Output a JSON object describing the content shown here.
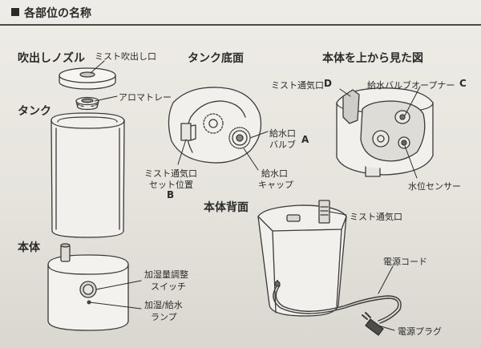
{
  "header": {
    "title": "各部位の名称"
  },
  "sections": {
    "nozzle": "吹出しノズル",
    "tank": "タンク",
    "body": "本体",
    "tank_bottom": "タンク底面",
    "body_top": "本体を上から見た図",
    "body_back": "本体背面"
  },
  "labels": {
    "mist_outlet": "ミスト吹出し口",
    "aroma_tray": "アロマトレー",
    "humidity_switch_1": "加湿量調整",
    "humidity_switch_2": "スイッチ",
    "lamp_1": "加湿/給水",
    "lamp_2": "ランプ",
    "mist_vent_set_1": "ミスト通気口",
    "mist_vent_set_2": "セット位置",
    "letter_b": "B",
    "water_valve_1": "給水口",
    "water_valve_2": "バルブ",
    "letter_a": "A",
    "water_cap_1": "給水口",
    "water_cap_2": "キャップ",
    "mist_vent_top": "ミスト通気口",
    "letter_d": "D",
    "valve_opener": "給水バルブオープナー",
    "letter_c": "C",
    "water_sensor": "水位センサー",
    "mist_vent_back": "ミスト通気口",
    "power_cord": "電源コード",
    "power_plug": "電源プラグ"
  }
}
